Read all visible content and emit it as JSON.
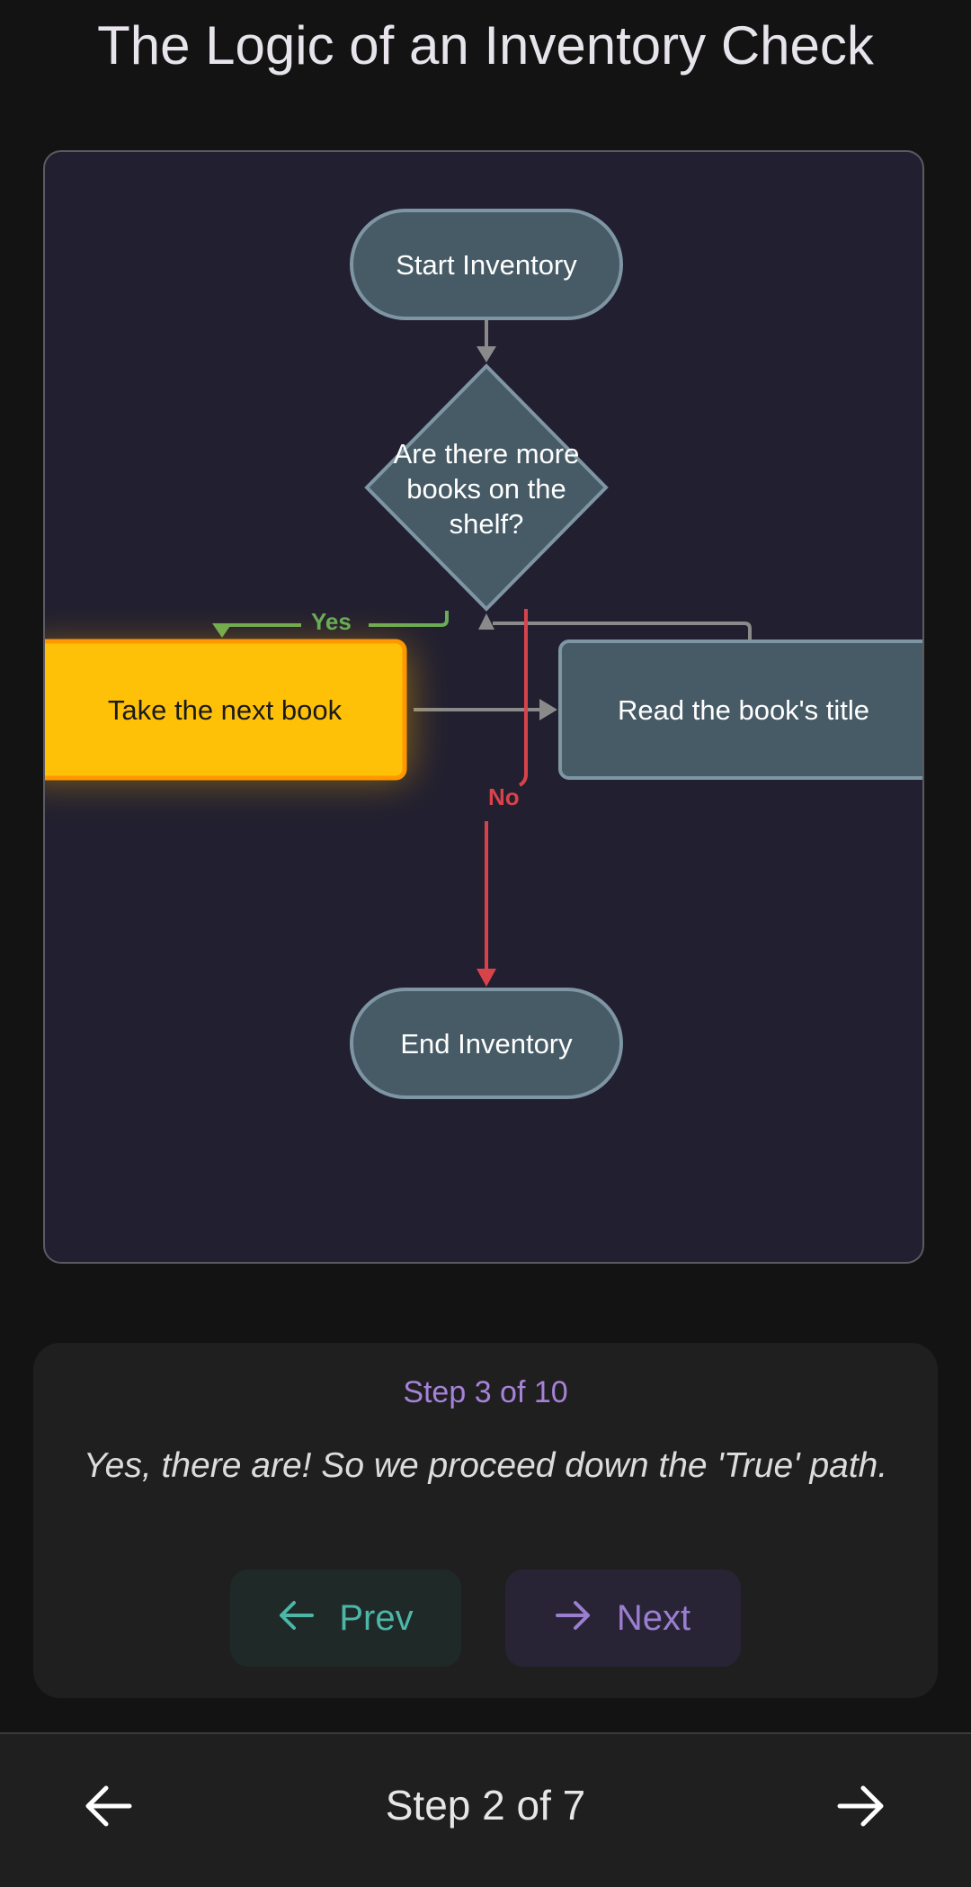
{
  "page": {
    "title": "The Logic of an Inventory Check"
  },
  "diagram": {
    "nodes": {
      "start": "Start Inventory",
      "decision": "Are there more books on the shelf?",
      "take_book": "Take the next book",
      "read_title": "Read the book's title",
      "end": "End Inventory"
    },
    "edges": {
      "yes_label": "Yes",
      "no_label": "No"
    },
    "highlighted_node": "take_book",
    "colors": {
      "node_fill": "#475b66",
      "node_border": "#7e95a3",
      "highlight_fill": "#ffc107",
      "highlight_border": "#ff9800",
      "yes_color": "#6aab55",
      "no_color": "#d8434b",
      "arrow_color": "#8a8a8a"
    }
  },
  "narration_card": {
    "step_label": "Step 3 of 10",
    "text": "Yes, there are! So we proceed down the 'True' path.",
    "prev_label": "Prev",
    "next_label": "Next",
    "prev_icon": "arrow-left-icon",
    "next_icon": "arrow-right-icon"
  },
  "bottom_nav": {
    "step_label": "Step 2 of 7",
    "back_icon": "arrow-left-icon",
    "forward_icon": "arrow-right-icon"
  }
}
